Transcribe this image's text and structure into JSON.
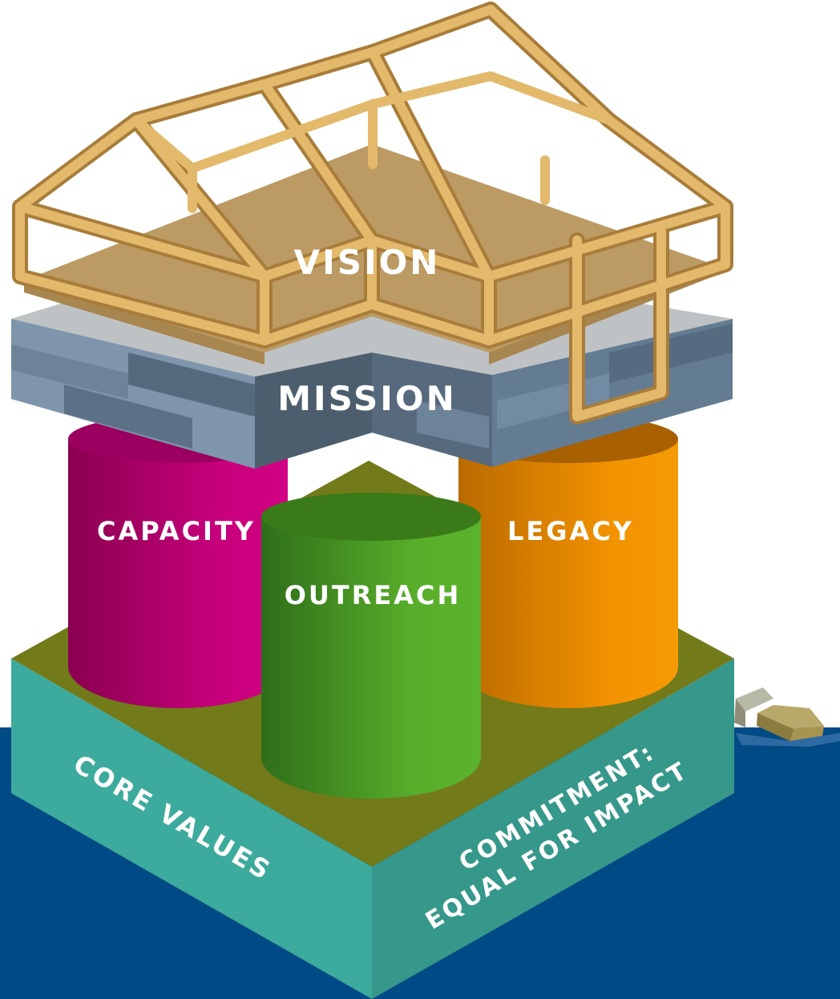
{
  "labels": {
    "vision": "VISION",
    "mission": "MISSION",
    "capacity": "CAPACITY",
    "outreach": "OUTREACH",
    "legacy": "LEGACY",
    "core_values": "CORE VALUES",
    "commitment_line1": "COMMITMENT:",
    "commitment_line2": "EQUAL FOR IMPACT"
  },
  "colors": {
    "water": "#004A86",
    "foundation_top": "#727A1A",
    "foundation_left": "#3CAA9C",
    "foundation_right": "#36978B",
    "mission_slab": "#5D7389",
    "vision_floor": "#BC9A64",
    "frame_wood": "#E3B96C",
    "capacity": "#C8007C",
    "outreach": "#55AA28",
    "legacy": "#F39200"
  }
}
